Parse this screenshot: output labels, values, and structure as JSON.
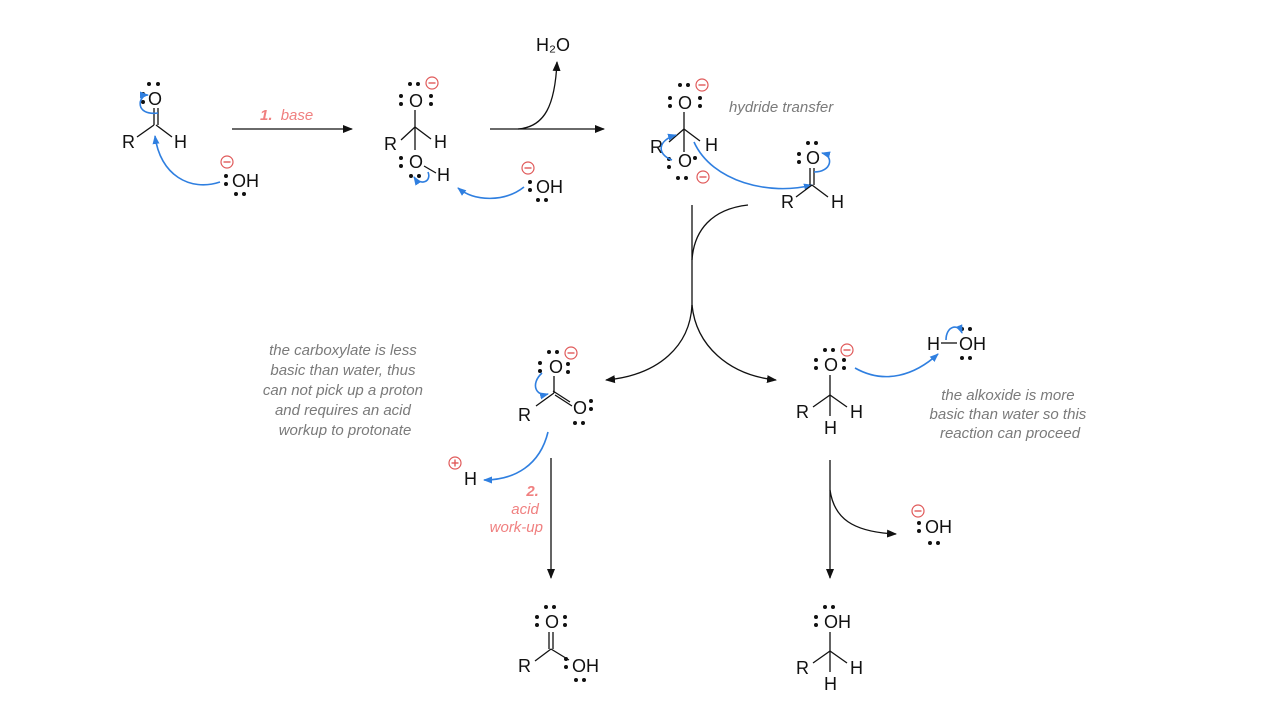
{
  "labels": {
    "water": "H₂O",
    "hydride_transfer": "hydride transfer",
    "step1_number": "1.",
    "step1_text": "base",
    "step2_number": "2.",
    "step2_line1": "acid",
    "step2_line2": "work-up",
    "carboxylate_note": [
      "the carboxylate is less",
      "basic than water, thus",
      "can not pick up a proton",
      "and requires an acid",
      "workup to protonate"
    ],
    "alkoxide_note": [
      "the alkoxide is more",
      "basic than water so this",
      "reaction can proceed"
    ]
  },
  "atoms": {
    "R": "R",
    "H": "H",
    "O": "O",
    "OH": "OH"
  },
  "colors": {
    "electron_arrow": "#2f7fe0",
    "charge": "#e05a5a",
    "step_label": "#f08080",
    "note_text": "#7a7a7a"
  }
}
